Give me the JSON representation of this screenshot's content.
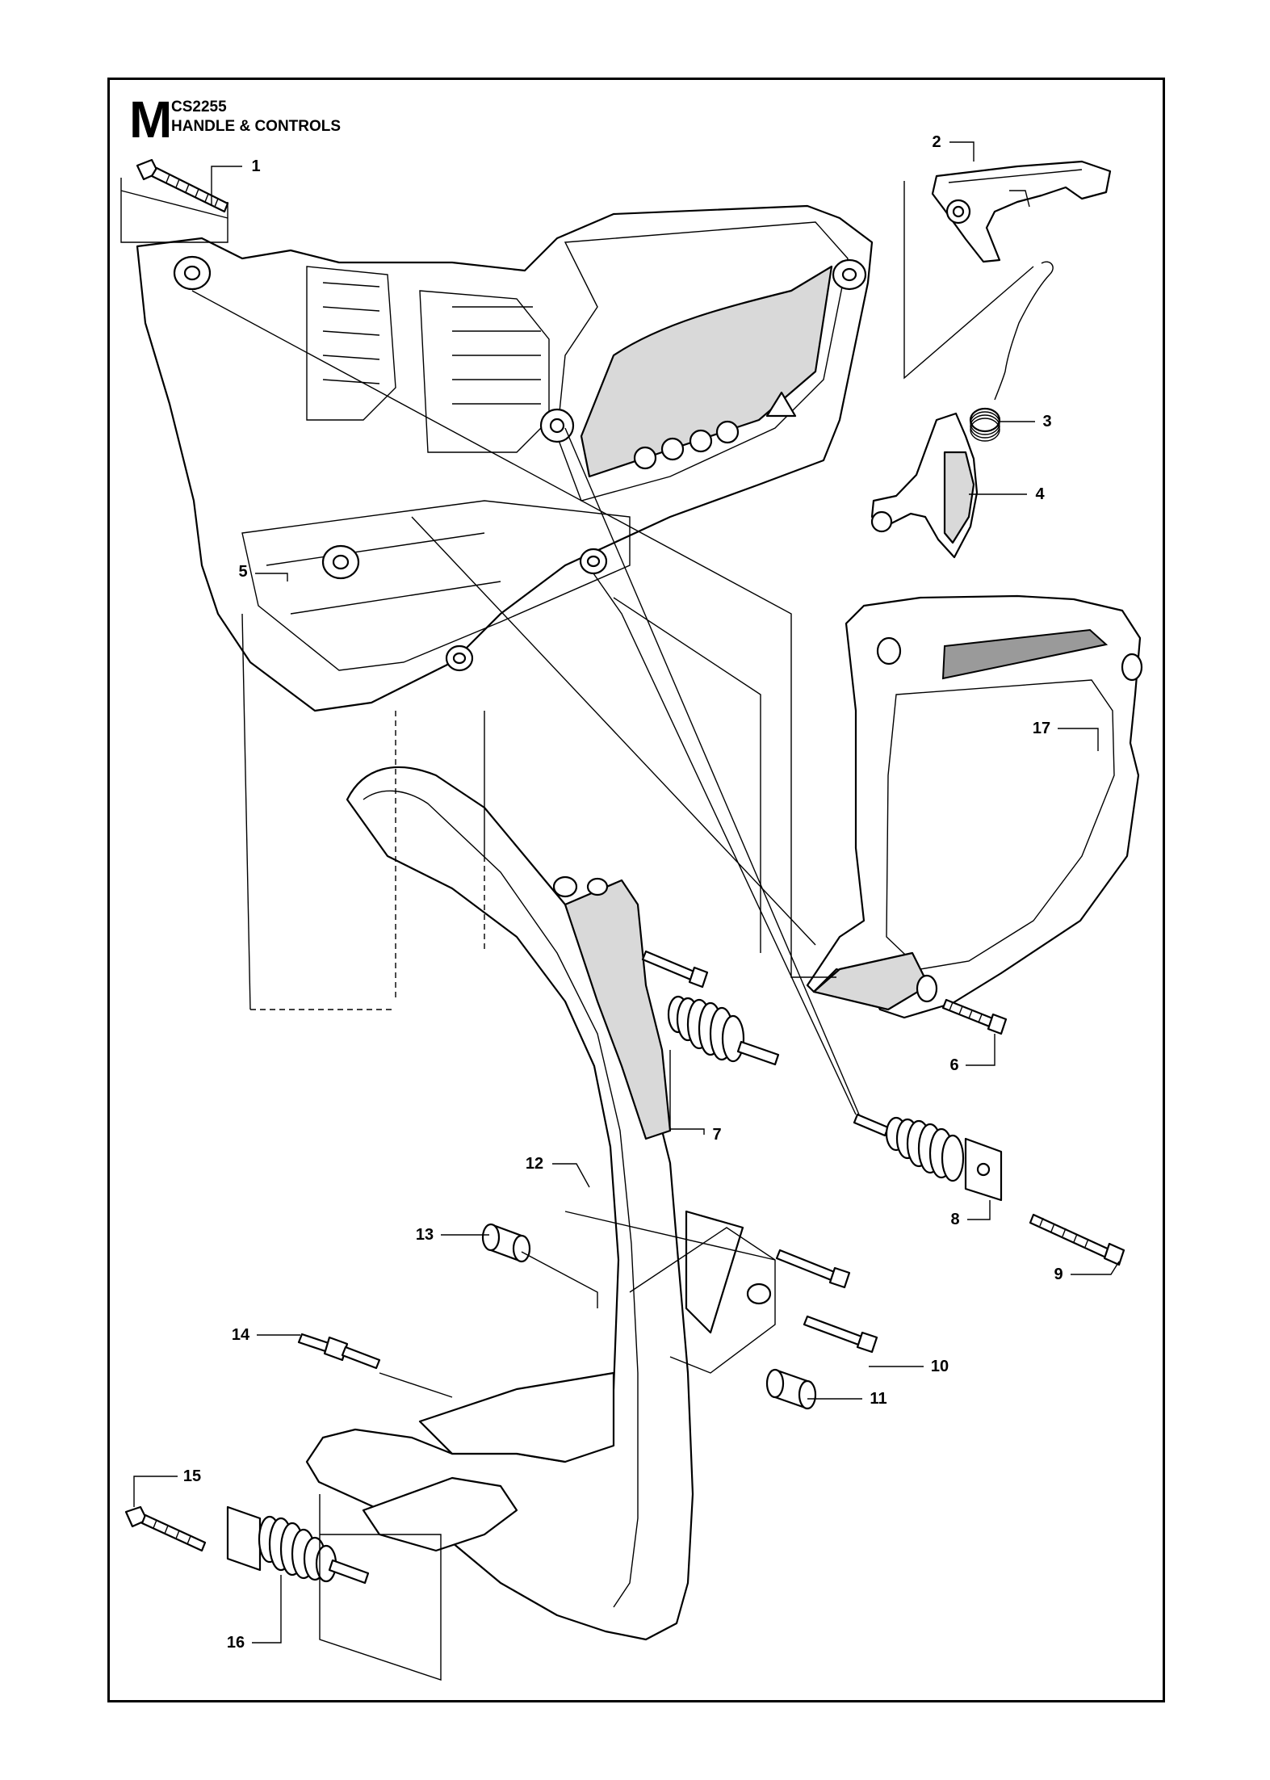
{
  "header": {
    "section_letter": "M",
    "model": "CS2255",
    "title": "HANDLE & CONTROLS"
  },
  "callouts": [
    {
      "id": "1",
      "label": "1"
    },
    {
      "id": "2",
      "label": "2"
    },
    {
      "id": "3",
      "label": "3"
    },
    {
      "id": "4",
      "label": "4"
    },
    {
      "id": "5",
      "label": "5"
    },
    {
      "id": "6",
      "label": "6"
    },
    {
      "id": "7",
      "label": "7"
    },
    {
      "id": "8",
      "label": "8"
    },
    {
      "id": "9",
      "label": "9"
    },
    {
      "id": "10",
      "label": "10"
    },
    {
      "id": "11",
      "label": "11"
    },
    {
      "id": "12",
      "label": "12"
    },
    {
      "id": "13",
      "label": "13"
    },
    {
      "id": "14",
      "label": "14"
    },
    {
      "id": "15",
      "label": "15"
    },
    {
      "id": "16",
      "label": "16"
    },
    {
      "id": "17",
      "label": "17"
    }
  ]
}
